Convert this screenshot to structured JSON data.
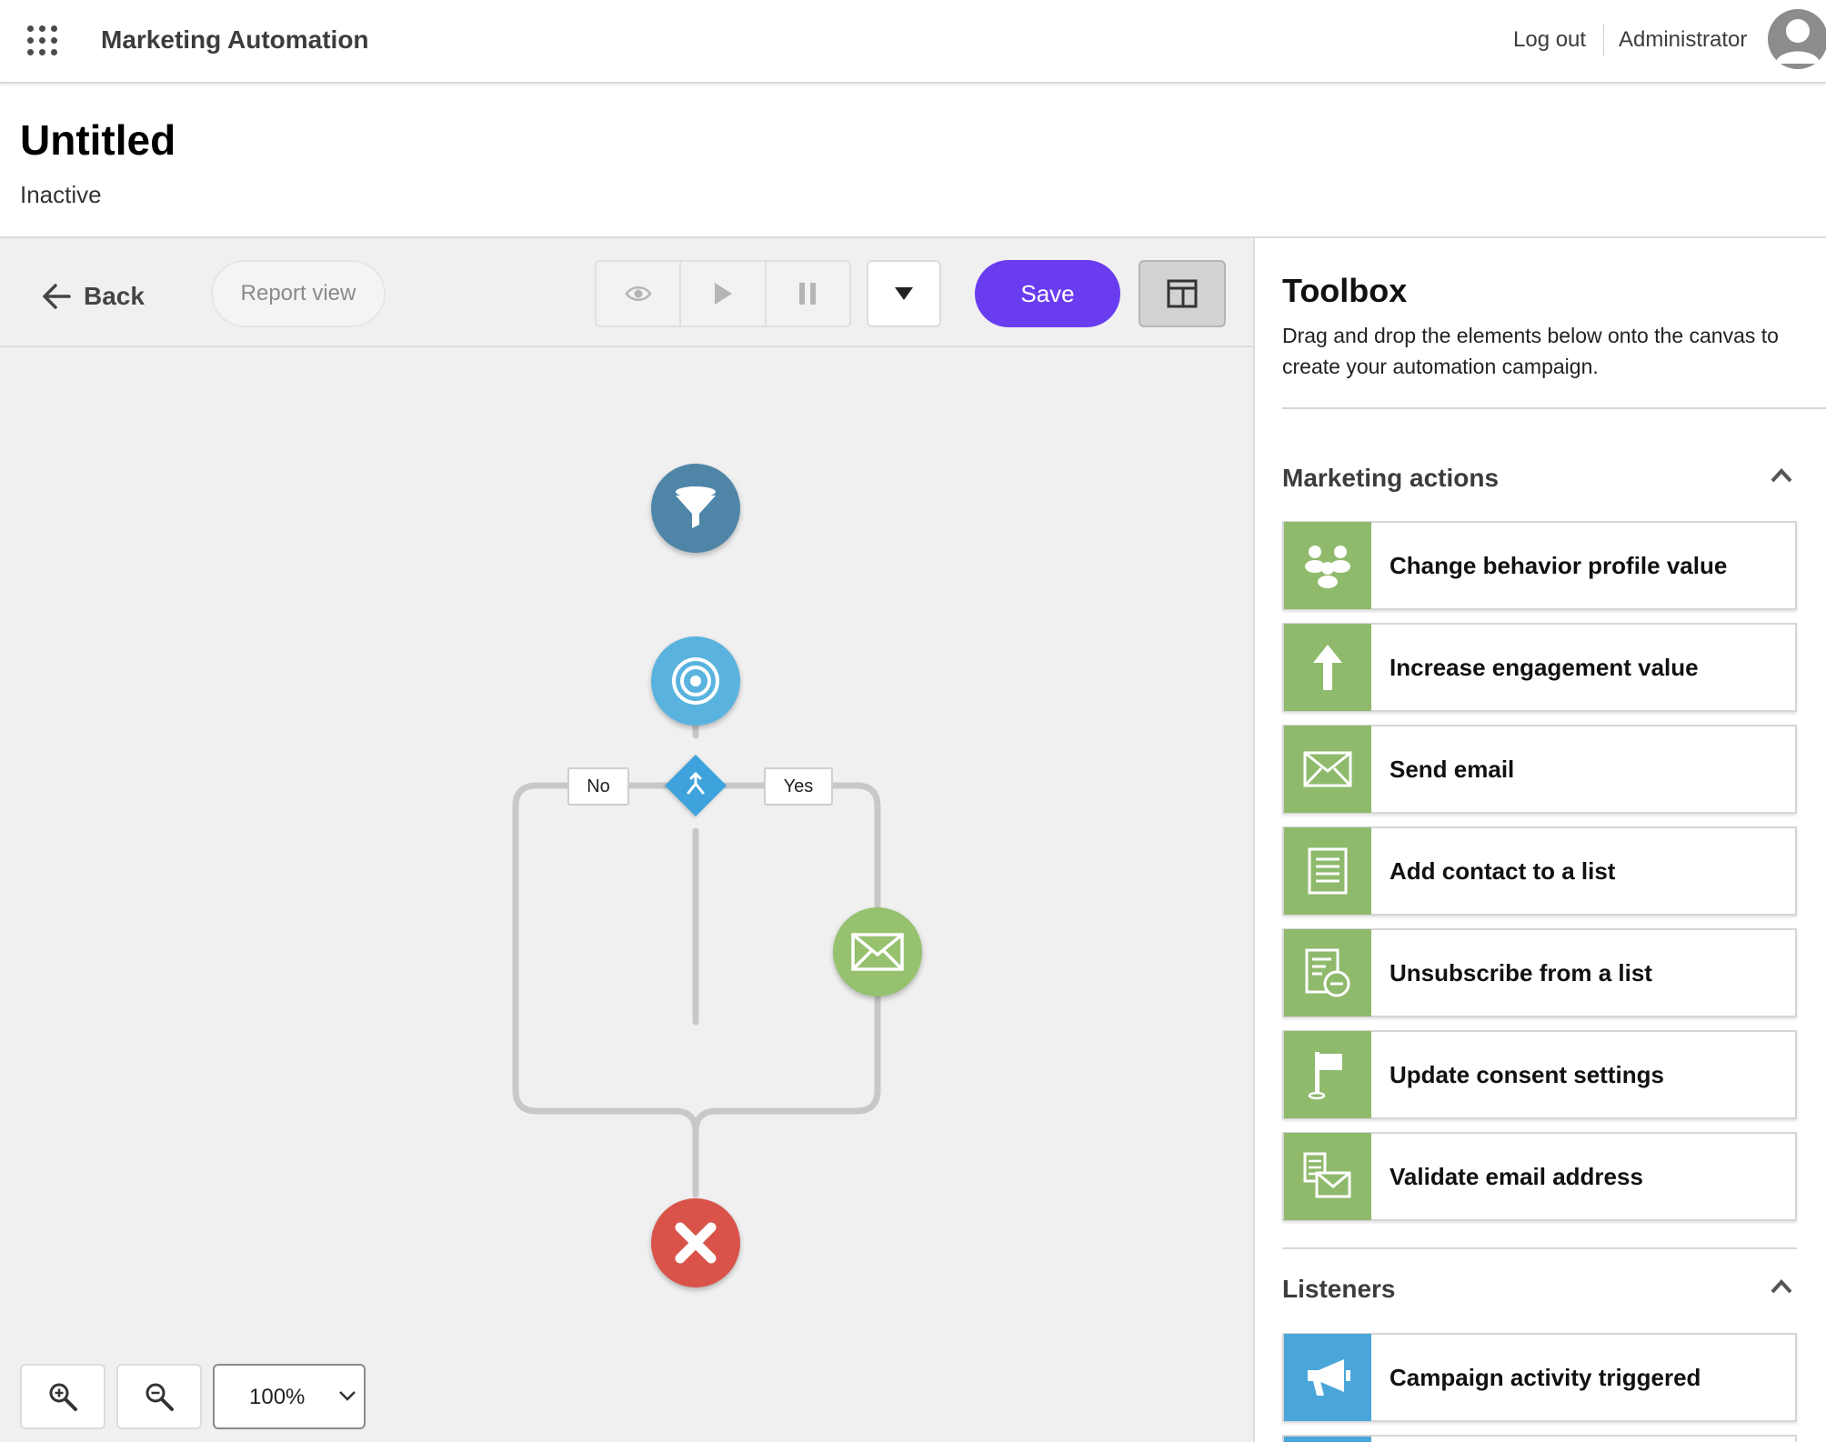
{
  "topbar": {
    "app_title": "Marketing Automation",
    "logout_label": "Log out",
    "user_label": "Administrator"
  },
  "page": {
    "title": "Untitled",
    "status": "Inactive"
  },
  "toolbar": {
    "back_label": "Back",
    "report_view_label": "Report view",
    "save_label": "Save"
  },
  "canvas": {
    "branch_no": "No",
    "branch_yes": "Yes",
    "zoom_value": "100%"
  },
  "toolbox": {
    "title": "Toolbox",
    "description": "Drag and drop the elements below onto the canvas to create your automation campaign.",
    "sections": [
      {
        "title": "Marketing actions",
        "items": [
          {
            "label": "Change behavior profile value",
            "icon": "people-icon"
          },
          {
            "label": "Increase engagement value",
            "icon": "arrow-up-icon"
          },
          {
            "label": "Send email",
            "icon": "envelope-icon"
          },
          {
            "label": "Add contact to a list",
            "icon": "list-icon"
          },
          {
            "label": "Unsubscribe from a list",
            "icon": "list-minus-icon"
          },
          {
            "label": "Update consent settings",
            "icon": "flag-icon"
          },
          {
            "label": "Validate email address",
            "icon": "validate-email-icon"
          }
        ]
      },
      {
        "title": "Listeners",
        "items": [
          {
            "label": "Campaign activity triggered",
            "icon": "megaphone-icon"
          }
        ]
      }
    ]
  },
  "colors": {
    "accent": "#6a3cf0",
    "action_green": "#8fba6c",
    "listener_blue": "#4aa6d9",
    "entry_node": "#4f86a8",
    "goal_node": "#5ab3de",
    "decision_node": "#3ea2dd",
    "email_node": "#96c16e",
    "exit_node": "#d9534a"
  }
}
